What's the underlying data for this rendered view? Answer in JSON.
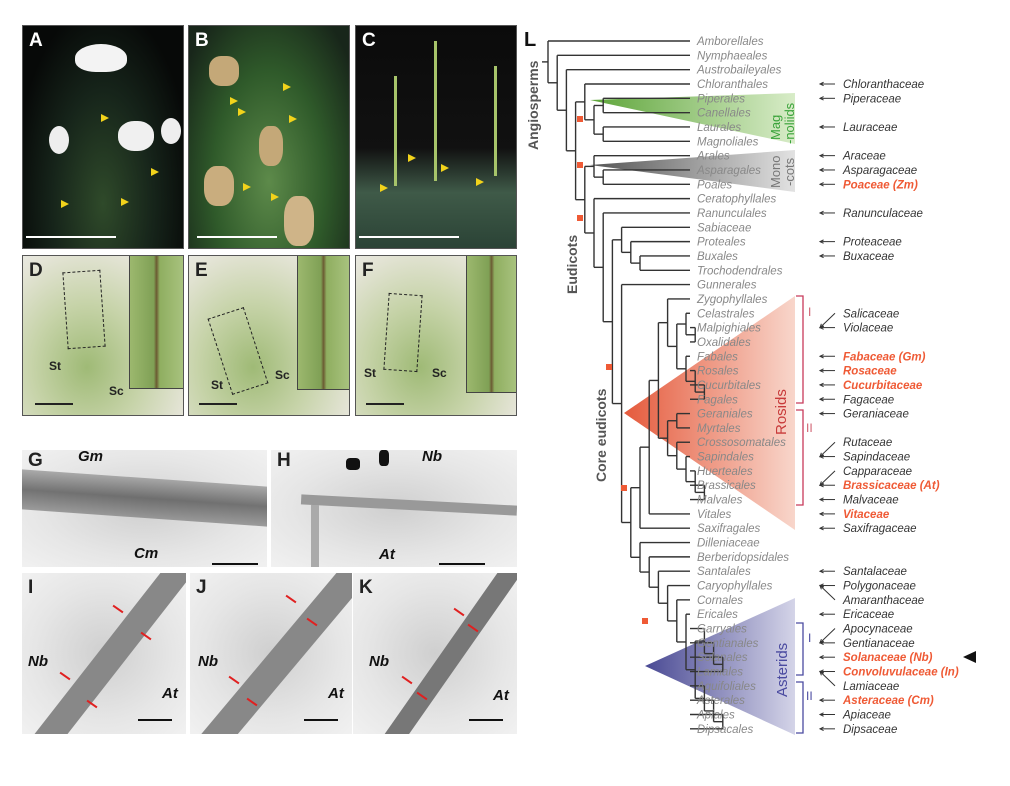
{
  "panels": {
    "A": "A",
    "B": "B",
    "C": "C",
    "D": "D",
    "E": "E",
    "F": "F",
    "G": "G",
    "H": "H",
    "I": "I",
    "J": "J",
    "K": "K",
    "L": "L"
  },
  "tissue_labels": {
    "stock": "St",
    "scion": "Sc"
  },
  "species": {
    "Gm": "Gm",
    "Cm": "Cm",
    "Nb": "Nb",
    "At": "At"
  },
  "tree": {
    "clade_labels": {
      "angiosperms": "Angiosperms",
      "eudicots": "Eudicots",
      "core_eudicots": "Core eudicots",
      "magnoliids_1": "Mag",
      "magnoliids_2": "-noliids",
      "monocots_1": "Mono",
      "monocots_2": "-cots",
      "rosids": "Rosids",
      "asterids": "Asterids",
      "group_I": "I",
      "group_II": "II"
    },
    "colors": {
      "magnoliids": "#8cc46a",
      "monocots": "#8a8a8a",
      "rosids": "#e8674a",
      "asterids": "#5a5aa0",
      "highlight": "#ef5a35",
      "node_marker": "#ef5a35"
    },
    "orders": [
      "Amborellales",
      "Nymphaeales",
      "Austrobaileyales",
      "Chloranthales",
      "Piperales",
      "Canellales",
      "Laurales",
      "Magnoliales",
      "Arales",
      "Asparagales",
      "Poales",
      "Ceratophyllales",
      "Ranunculales",
      "Sabiaceae",
      "Proteales",
      "Buxales",
      "Trochodendrales",
      "Gunnerales",
      "Zygophyllales",
      "Celastrales",
      "Malpighiales",
      "Oxalidales",
      "Fabales",
      "Rosales",
      "Cucurbitales",
      "Fagales",
      "Geraniales",
      "Myrtales",
      "Crossosomatales",
      "Sapindales",
      "Huerteales",
      "Brassicales",
      "Malvales",
      "Vitales",
      "Saxifragales",
      "Dilleniaceae",
      "Berberidopsidales",
      "Santalales",
      "Caryophyllales",
      "Cornales",
      "Ericales",
      "Garryales",
      "Gentianales",
      "Solanales",
      "Lamiales",
      "Aquifoliales",
      "Asterales",
      "Apiales",
      "Dipsacales"
    ],
    "families": [
      {
        "row": 3,
        "name": "Chloranthaceae",
        "highlight": false
      },
      {
        "row": 4,
        "name": "Piperaceae",
        "highlight": false
      },
      {
        "row": 6,
        "name": "Lauraceae",
        "highlight": false
      },
      {
        "row": 8,
        "name": "Araceae",
        "highlight": false
      },
      {
        "row": 9,
        "name": "Asparagaceae",
        "highlight": false
      },
      {
        "row": 10,
        "name": "Poaceae (Zm)",
        "highlight": true
      },
      {
        "row": 12,
        "name": "Ranunculaceae",
        "highlight": false
      },
      {
        "row": 14,
        "name": "Proteaceae",
        "highlight": false
      },
      {
        "row": 15,
        "name": "Buxaceae",
        "highlight": false
      },
      {
        "row": 19,
        "name": "Salicaceae",
        "highlight": false
      },
      {
        "row": 20,
        "name": "Violaceae",
        "highlight": false
      },
      {
        "row": 22,
        "name": "Fabaceae (Gm)",
        "highlight": true
      },
      {
        "row": 23,
        "name": "Rosaceae",
        "highlight": true
      },
      {
        "row": 24,
        "name": "Cucurbitaceae",
        "highlight": true
      },
      {
        "row": 25,
        "name": "Fagaceae",
        "highlight": false
      },
      {
        "row": 26,
        "name": "Geraniaceae",
        "highlight": false
      },
      {
        "row": 28,
        "name": "Rutaceae",
        "highlight": false
      },
      {
        "row": 29,
        "name": "Sapindaceae",
        "highlight": false
      },
      {
        "row": 30,
        "name": "Capparaceae",
        "highlight": false
      },
      {
        "row": 31,
        "name": "Brassicaceae (At)",
        "highlight": true
      },
      {
        "row": 32,
        "name": "Malvaceae",
        "highlight": false
      },
      {
        "row": 33,
        "name": "Vitaceae",
        "highlight": true
      },
      {
        "row": 34,
        "name": "Saxifragaceae",
        "highlight": false
      },
      {
        "row": 37,
        "name": "Santalaceae",
        "highlight": false
      },
      {
        "row": 38,
        "name": "Polygonaceae",
        "highlight": false
      },
      {
        "row": 39,
        "name": "Amaranthaceae",
        "highlight": false
      },
      {
        "row": 40,
        "name": "Ericaceae",
        "highlight": false
      },
      {
        "row": 41,
        "name": "Apocynaceae",
        "highlight": false
      },
      {
        "row": 42,
        "name": "Gentianaceae",
        "highlight": false
      },
      {
        "row": 43,
        "name": "Solanaceae (Nb)",
        "highlight": true
      },
      {
        "row": 44,
        "name": "Convoluvulaceae (In)",
        "highlight": true
      },
      {
        "row": 45,
        "name": "Lamiaceae",
        "highlight": false
      },
      {
        "row": 46,
        "name": "Asteraceae (Cm)",
        "highlight": true
      },
      {
        "row": 47,
        "name": "Apiaceae",
        "highlight": false
      },
      {
        "row": 48,
        "name": "Dipsaceae",
        "highlight": false
      }
    ],
    "marked_family_row": 43
  }
}
